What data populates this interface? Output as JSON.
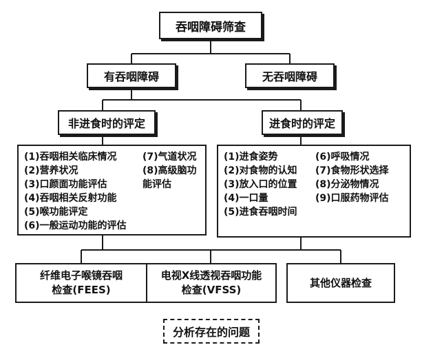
{
  "diagram": {
    "root": "吞咽障碍筛查",
    "branches": {
      "with": "有吞咽障碍",
      "without": "无吞咽障碍"
    },
    "assessments": {
      "non_eating": "非进食时的评定",
      "eating": "进食时的评定"
    },
    "non_eating_items": {
      "left": [
        "(1)吞咽相关临床情况",
        "(2)营养状况",
        "(3)口颜面功能评估",
        "(4)吞咽相关反射功能",
        "(5)喉功能评定",
        "(6)一般运动功能的评估"
      ],
      "right": [
        "(7)气道状况",
        "(8)高级脑功",
        "能评估"
      ]
    },
    "eating_items": {
      "left": [
        "(1)进食姿势",
        "(2)对食物的认知",
        "(3)放入口的位置",
        "(4)一口量",
        "(5)进食吞咽时间"
      ],
      "right": [
        "(6)呼吸情况",
        "(7)食物形状选择",
        "(8)分泌物情况",
        "(9)口服药物评估"
      ]
    },
    "instruments": {
      "fees_line1": "纤维电子喉镜吞咽",
      "fees_line2": "检查(FEES)",
      "vfss_line1": "电视X线透视吞咽功能",
      "vfss_line2": "检查(VFSS)",
      "other": "其他仪器检查"
    },
    "conclusion": "分析存在的问题"
  }
}
